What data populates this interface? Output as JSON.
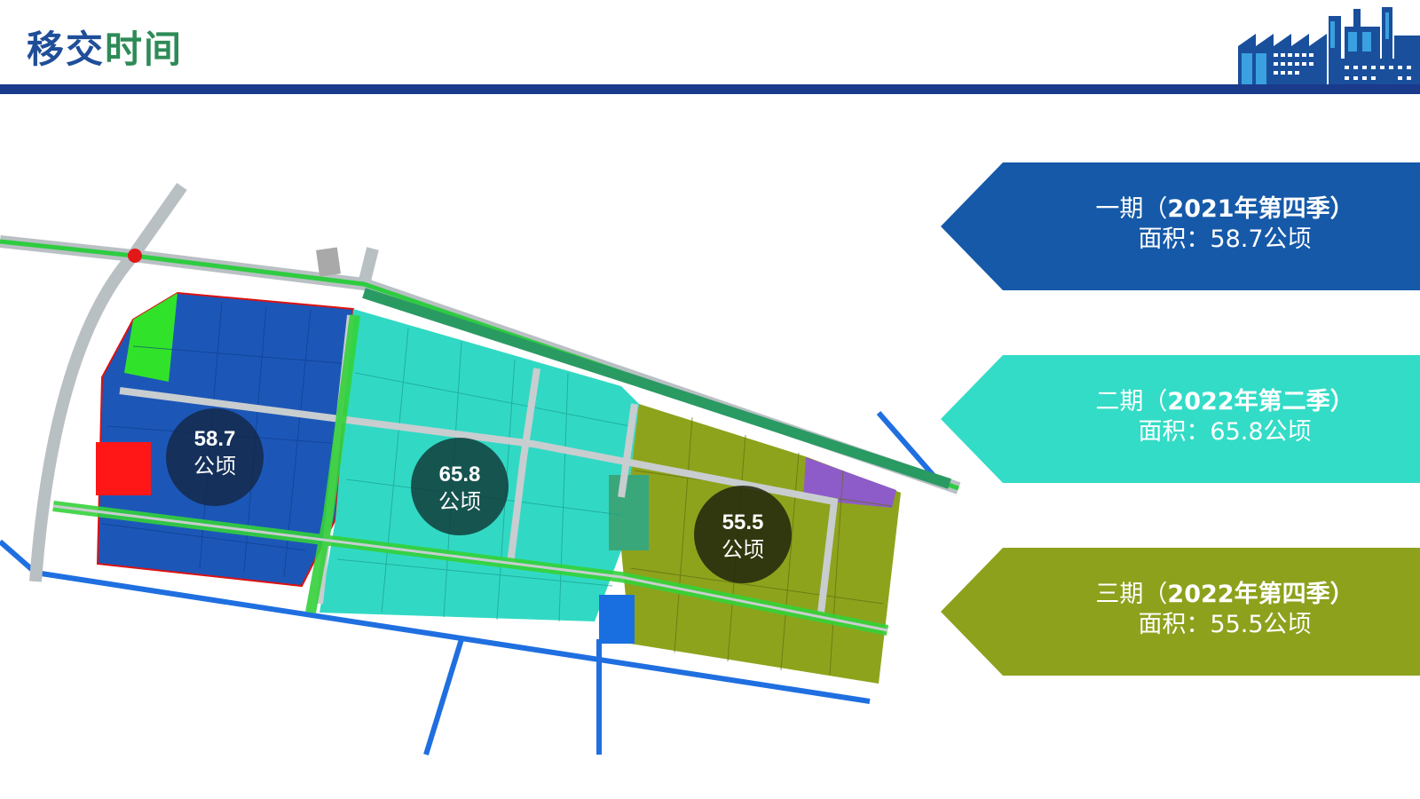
{
  "header": {
    "title_part1": "移交",
    "title_part2": "时间"
  },
  "map": {
    "zones": [
      {
        "area_value": "58.7",
        "area_unit": "公顷",
        "color": "#1c57b8"
      },
      {
        "area_value": "65.8",
        "area_unit": "公顷",
        "color": "#31d9c4"
      },
      {
        "area_value": "55.5",
        "area_unit": "公顷",
        "color": "#8ea31c"
      }
    ]
  },
  "phases": [
    {
      "name": "一期（",
      "year_season": "2021年第四季）",
      "area_line": "面积：58.7公顷",
      "color": "#1559a8"
    },
    {
      "name": "二期（",
      "year_season": "2022年第二季）",
      "area_line": "面积：65.8公顷",
      "color": "#33dcc6"
    },
    {
      "name": "三期（",
      "year_season": "2022年第四季）",
      "area_line": "面积：55.5公顷",
      "color": "#8da11c"
    }
  ],
  "icons": {
    "header_graphic": "factory-icon"
  }
}
